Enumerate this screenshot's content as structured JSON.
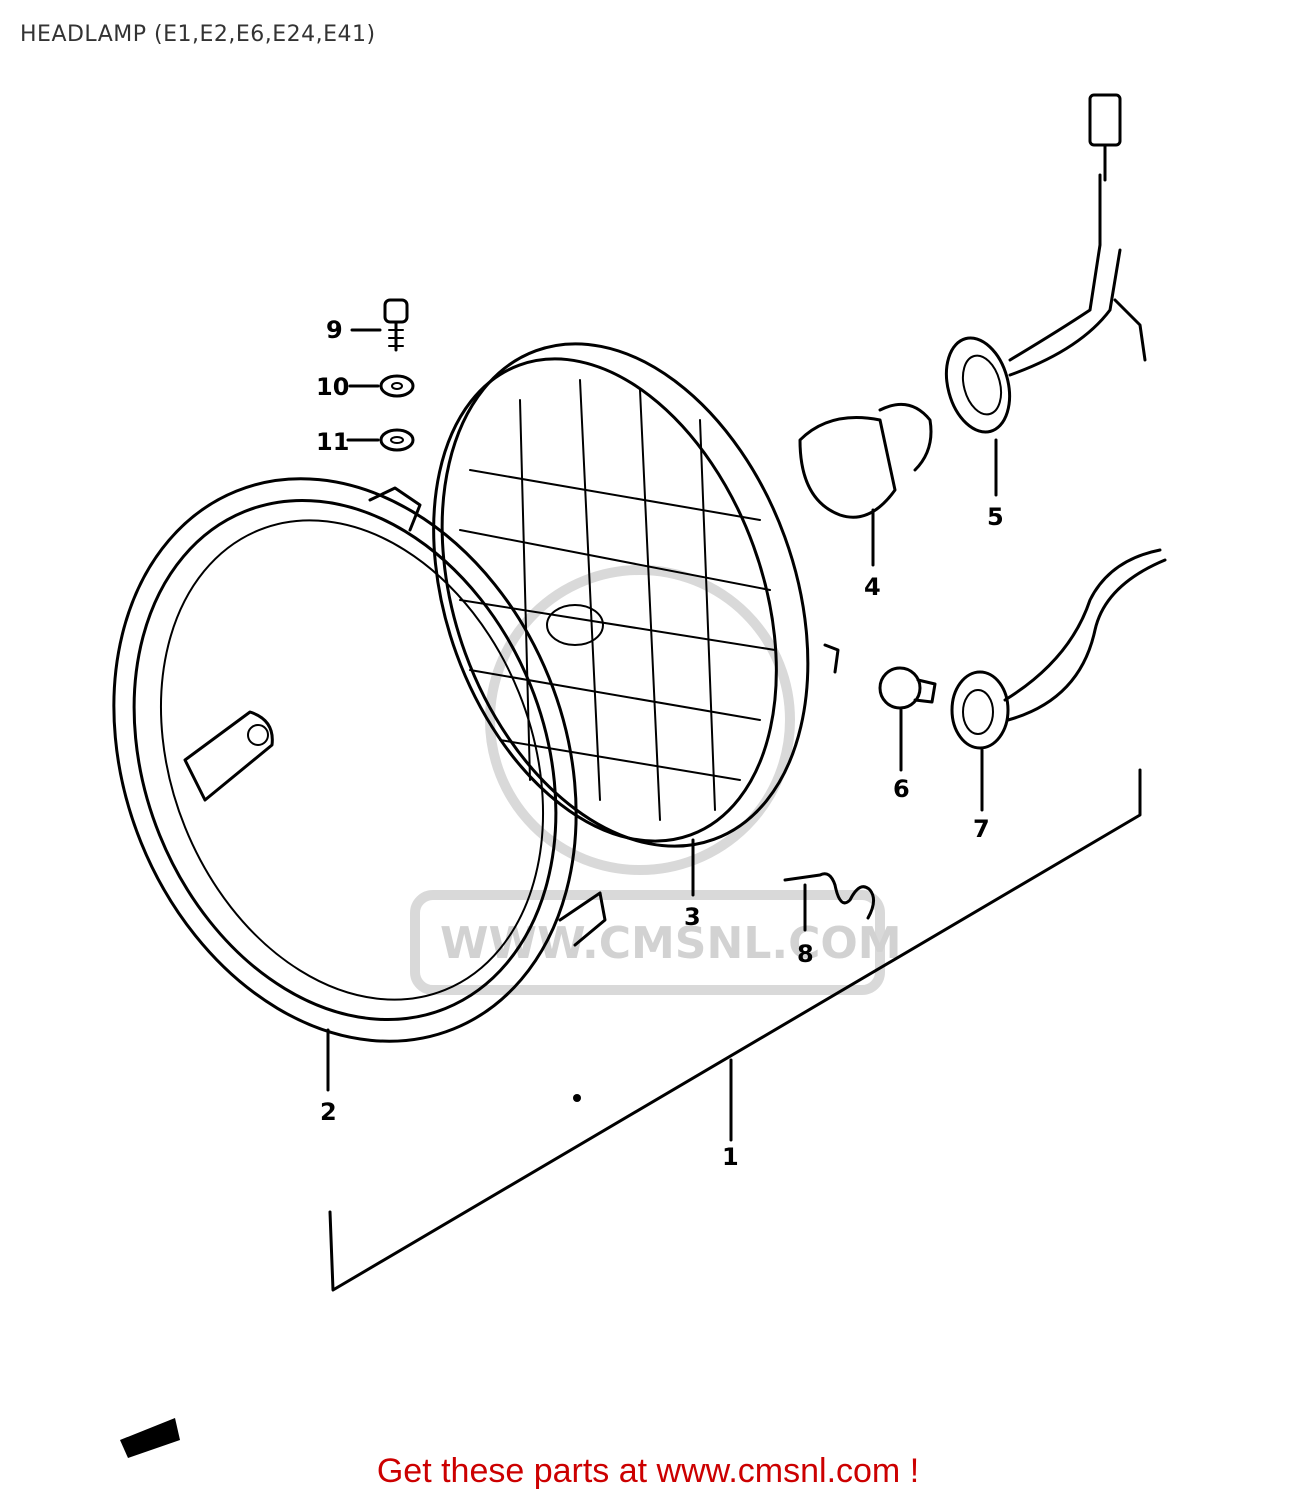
{
  "title": "HEADLAMP (E1,E2,E6,E24,E41)",
  "watermark": "WWW.CMSNL.COM",
  "callouts": {
    "p1": "1",
    "p2": "2",
    "p3": "3",
    "p4": "4",
    "p5": "5",
    "p6": "6",
    "p7": "7",
    "p8": "8",
    "p9": "9",
    "p10": "10",
    "p11": "11"
  },
  "promo": "Get these parts at www.cmsnl.com !",
  "colors": {
    "promo": "#cc0000",
    "line": "#000000",
    "watermark": "#d2d2d2"
  }
}
